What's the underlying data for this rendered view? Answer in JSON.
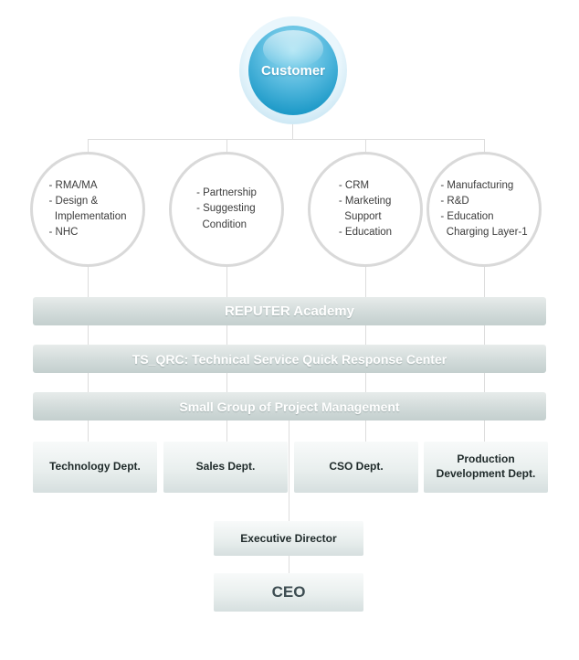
{
  "customer": {
    "label": "Customer"
  },
  "circles": [
    {
      "lines": [
        "- RMA/MA",
        "- Design &",
        "  Implementation",
        "- NHC"
      ]
    },
    {
      "lines": [
        "- Partnership",
        "- Suggesting",
        "  Condition"
      ]
    },
    {
      "lines": [
        "- CRM",
        "- Marketing",
        "  Support",
        "- Education"
      ]
    },
    {
      "lines": [
        "- Manufacturing",
        "- R&D",
        "- Education",
        "  Charging Layer-1"
      ]
    }
  ],
  "bars": [
    {
      "label": "REPUTER Academy"
    },
    {
      "label": "TS_QRC: Technical Service Quick Response Center"
    },
    {
      "label": "Small Group of Project Management"
    }
  ],
  "departments": [
    {
      "label": "Technology Dept."
    },
    {
      "label": "Sales Dept."
    },
    {
      "label": "CSO Dept."
    },
    {
      "label": "Production Development Dept."
    }
  ],
  "executive": {
    "label": "Executive Director"
  },
  "ceo": {
    "label": "CEO"
  },
  "colors": {
    "accent_blue": "#2aa3d1",
    "line_gray": "#dcdcdc",
    "bar_text": "#ffffff"
  }
}
